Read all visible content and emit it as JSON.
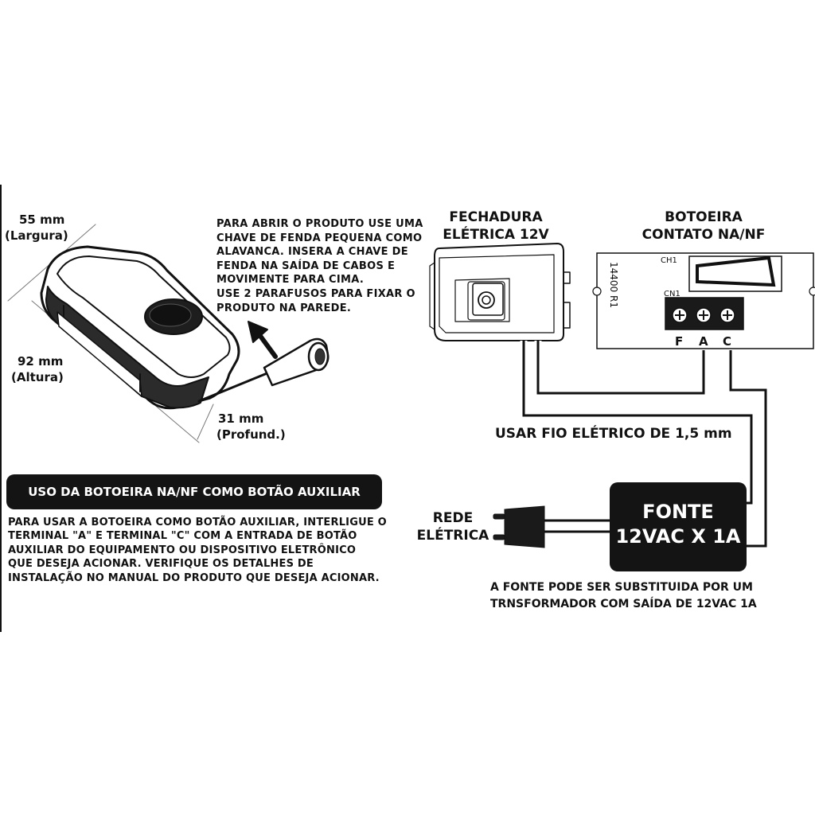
{
  "dimensions": {
    "width": "55 mm",
    "width_label": "(Largura)",
    "height": "92 mm",
    "height_label": "(Altura)",
    "depth": "31 mm",
    "depth_label": "(Profund.)"
  },
  "instructions_top": [
    "PARA ABRIR O PRODUTO USE UMA",
    "CHAVE DE FENDA PEQUENA COMO",
    "ALAVANCA. INSERA A CHAVE DE",
    "FENDA NA SAÍDA DE CABOS E",
    "MOVIMENTE PARA CIMA.",
    "USE 2 PARAFUSOS PARA FIXAR O",
    "PRODUTO NA PAREDE."
  ],
  "lock": {
    "title_line1": "FECHADURA",
    "title_line2": "ELÉTRICA 12V"
  },
  "button_board": {
    "title_line1": "BOTOEIRA",
    "title_line2": "CONTATO NA/NF",
    "board_id": "14400 R1",
    "ch_label": "CH1",
    "cn_label": "CN1",
    "terminals": [
      "F",
      "A",
      "C"
    ]
  },
  "wire_note": "USAR FIO ELÉTRICO DE 1,5 mm",
  "mains": {
    "line1": "REDE",
    "line2": "ELÉTRICA"
  },
  "power_supply": {
    "line1": "FONTE",
    "line2": "12VAC X 1A"
  },
  "supply_note": [
    "A FONTE PODE SER SUBSTITUIDA POR UM",
    "TRNSFORMADOR COM SAÍDA DE 12VAC 1A"
  ],
  "aux_section": {
    "banner": "USO DA BOTOEIRA NA/NF COMO BOTÃO AUXILIAR",
    "paragraph": [
      "PARA USAR A BOTOEIRA COMO BOTÃO AUXILIAR, INTERLIGUE O",
      "TERMINAL \"A\" E TERMINAL \"C\" COM A ENTRADA DE BOTÃO",
      "AUXILIAR DO EQUIPAMENTO OU DISPOSITIVO ELETRÔNICO",
      "QUE DESEJA ACIONAR. VERIFIQUE OS DETALHES DE",
      "INSTALAÇÃO NO MANUAL DO PRODUTO QUE DESEJA ACIONAR."
    ]
  }
}
